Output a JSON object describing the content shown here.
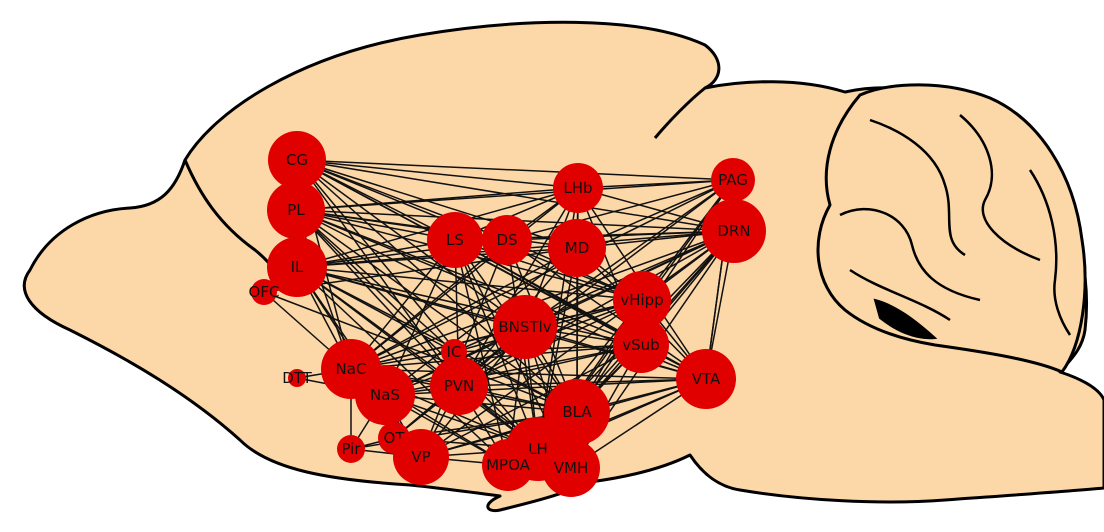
{
  "colors": {
    "brain_fill": "#fcd7a8",
    "outline": "#000000",
    "node": "#e00000",
    "edge": "#111111",
    "label": "#111111"
  },
  "nodes": [
    {
      "id": "CG",
      "label": "CG"
    },
    {
      "id": "PL",
      "label": "PL"
    },
    {
      "id": "IL",
      "label": "IL"
    },
    {
      "id": "OFC",
      "label": "OFC"
    },
    {
      "id": "LS",
      "label": "LS"
    },
    {
      "id": "DS",
      "label": "DS"
    },
    {
      "id": "LHb",
      "label": "LHb"
    },
    {
      "id": "MD",
      "label": "MD"
    },
    {
      "id": "PAG",
      "label": "PAG"
    },
    {
      "id": "DRN",
      "label": "DRN"
    },
    {
      "id": "vHipp",
      "label": "vHipp"
    },
    {
      "id": "vSub",
      "label": "vSub"
    },
    {
      "id": "BNSTlv",
      "label": "BNSTlv"
    },
    {
      "id": "IC",
      "label": "IC"
    },
    {
      "id": "NaC",
      "label": "NaC"
    },
    {
      "id": "DTT",
      "label": "DTT"
    },
    {
      "id": "NaS",
      "label": "NaS"
    },
    {
      "id": "PVN",
      "label": "PVN"
    },
    {
      "id": "VTA",
      "label": "VTA"
    },
    {
      "id": "BLA",
      "label": "BLA"
    },
    {
      "id": "OT",
      "label": "OT"
    },
    {
      "id": "Pir",
      "label": "Pir"
    },
    {
      "id": "VP",
      "label": "VP"
    },
    {
      "id": "LH",
      "label": "LH"
    },
    {
      "id": "MPOA",
      "label": "MPOA"
    },
    {
      "id": "VMH",
      "label": "VMH"
    }
  ]
}
